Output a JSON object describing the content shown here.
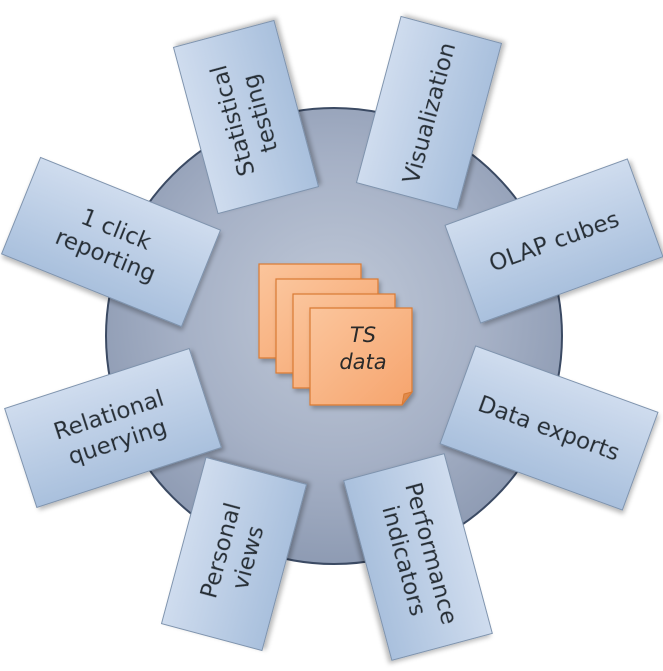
{
  "center": {
    "label_line1": "TS",
    "label_line2": "data"
  },
  "capabilities": [
    {
      "line1": "Statistical",
      "line2": "testing"
    },
    {
      "line1": "Visualization",
      "line2": ""
    },
    {
      "line1": "1 click",
      "line2": "reporting"
    },
    {
      "line1": "OLAP cubes",
      "line2": ""
    },
    {
      "line1": "Relational",
      "line2": "querying"
    },
    {
      "line1": "Data exports",
      "line2": ""
    },
    {
      "line1": "Personal",
      "line2": "views"
    },
    {
      "line1": "Performance",
      "line2": "indicators"
    }
  ],
  "colors": {
    "circle_fill": "#a7b2c6",
    "circle_stroke": "#3b4a63",
    "box_fill": "#b9cde6",
    "box_stroke": "#7e93ad",
    "note_fill": "#f9b486",
    "note_stroke": "#d97a33"
  }
}
